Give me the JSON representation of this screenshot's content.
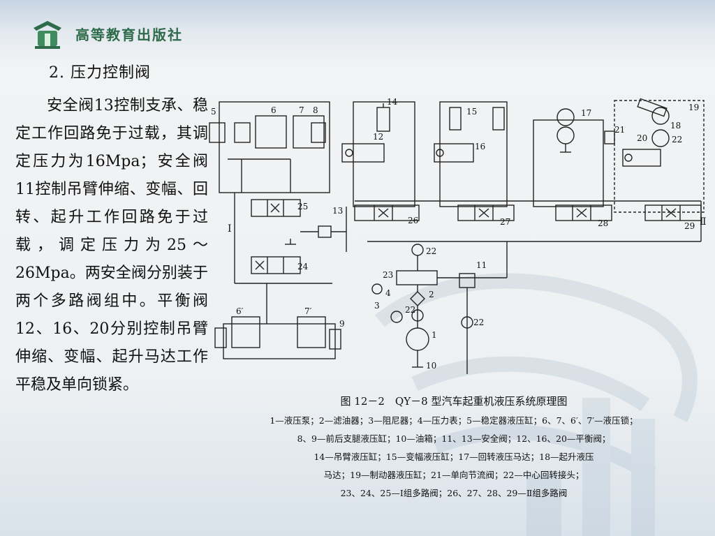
{
  "header": {
    "publisher": "高等教育出版社"
  },
  "content": {
    "heading": "2. 压力控制阀",
    "body": "　　安全阀13控制支承、稳定工作回路免于过载，其调定压力为16Mpa；安全阀11控制吊臂伸缩、变幅、回转、起升工作回路免于过载，调定压力为25～26Mpa。两安全阀分别装于两个多路阀组中。平衡阀12、16、20分别控制吊臂伸缩、变幅、起升马达工作平稳及单向锁紧。"
  },
  "figure": {
    "caption_title": "图 12－2　QY－8 型汽车起重机液压系统原理图",
    "legend_lines": [
      "1—液压泵；2—滤油器；3—阻尼器；4—压力表；5—稳定器液压缸；6、7、6′、7′—液压锁；",
      "8、9—前后支腿液压缸；10—油箱；11、13—安全阀；12、16、20—平衡阀；",
      "14—吊臂液压缸；15—变幅液压缸；17—回转液压马达；18—起升液压",
      "马达；19—制动器液压缸；21—单向节流阀；22—中心回转接头；",
      "23、24、25—Ⅰ组多路阀；26、27、28、29—Ⅱ组多路阀"
    ],
    "labels": {
      "n1": "1",
      "n2": "2",
      "n3": "3",
      "n4": "4",
      "n5": "5",
      "n6": "6",
      "n7": "7",
      "n8": "8",
      "n9": "9",
      "n10": "10",
      "n11": "11",
      "n12": "12",
      "n13": "13",
      "n14": "14",
      "n15": "15",
      "n16": "16",
      "n17": "17",
      "n18": "18",
      "n19": "19",
      "n20": "20",
      "n21": "21",
      "n22": "22",
      "n23": "23",
      "n24": "24",
      "n25": "25",
      "n26": "26",
      "n27": "27",
      "n28": "28",
      "n29": "29",
      "n6p": "6′",
      "n7p": "7′",
      "roman1": "Ⅰ",
      "roman2": "Ⅱ"
    }
  },
  "colors": {
    "brand": "#2e6b4a",
    "line": "#222222",
    "text": "#111111"
  }
}
